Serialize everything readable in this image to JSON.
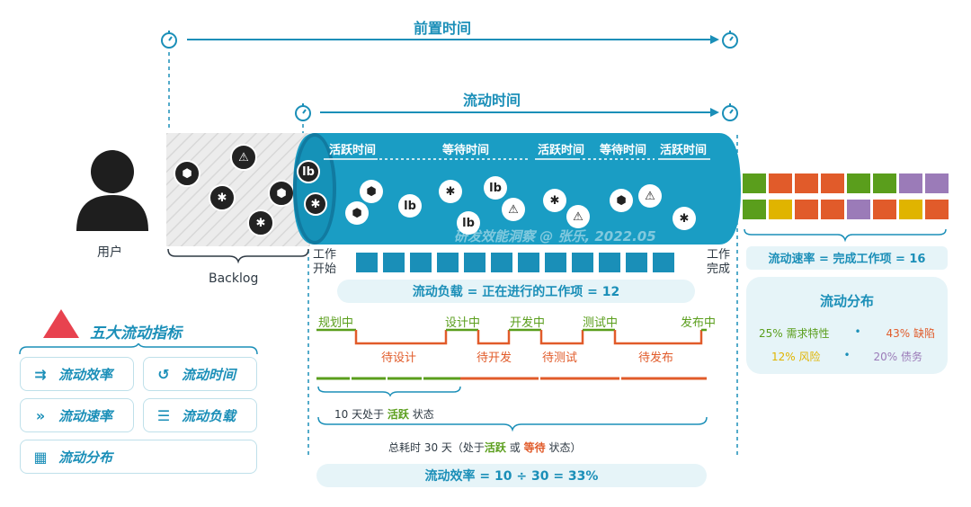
{
  "top": {
    "lead_time": "前置时间",
    "flow_time": "流动时间"
  },
  "user": {
    "label": "用户"
  },
  "backlog": {
    "label": "Backlog"
  },
  "tube": {
    "labels": [
      "活跃时间",
      "等待时间",
      "活跃时间",
      "等待时间",
      "活跃时间"
    ],
    "watermark": "研发效能洞察 @ 张乐, 2022.05"
  },
  "work_start": "工作\n开始",
  "work_done": "工作\n完成",
  "wip": {
    "count": 12,
    "text": "流动负载 = 正在进行的工作项 = 12"
  },
  "stages": {
    "active": [
      "规划中",
      "设计中",
      "开发中",
      "测试中",
      "发布中"
    ],
    "waiting": [
      "待设计",
      "待开发",
      "待测试",
      "待发布"
    ]
  },
  "summary": {
    "active_prefix": "10 天处于",
    "active_word": "活跃",
    "active_suffix": "状态",
    "total_prefix": "总耗时 30 天（处于",
    "total_active": "活跃",
    "total_or": "或",
    "total_wait": "等待",
    "total_suffix": "状态）",
    "efficiency": "流动效率 = 10 ÷ 30 = 33%"
  },
  "velocity": {
    "text": "流动速率 = 完成工作项 = 16",
    "count": 16
  },
  "distribution": {
    "title": "流动分布",
    "items": [
      {
        "pct": "25%",
        "name": "需求特性",
        "color": "#5a9e1c"
      },
      {
        "pct": "43%",
        "name": "缺陷",
        "color": "#e15b2a"
      },
      {
        "pct": "12%",
        "name": "风险",
        "color": "#e0b400"
      },
      {
        "pct": "20%",
        "name": "债务",
        "color": "#9b7bb8"
      }
    ],
    "bullet": "•"
  },
  "legend": {
    "title": "五大流动指标",
    "metrics": [
      "流动效率",
      "流动时间",
      "流动速率",
      "流动负载",
      "流动分布"
    ]
  },
  "colors": {
    "accent": "#1a8fb8",
    "green": "#5a9e1c",
    "orange": "#e15b2a",
    "yellow": "#e0b400",
    "purple": "#9b7bb8",
    "triangle": "#e8424f"
  }
}
